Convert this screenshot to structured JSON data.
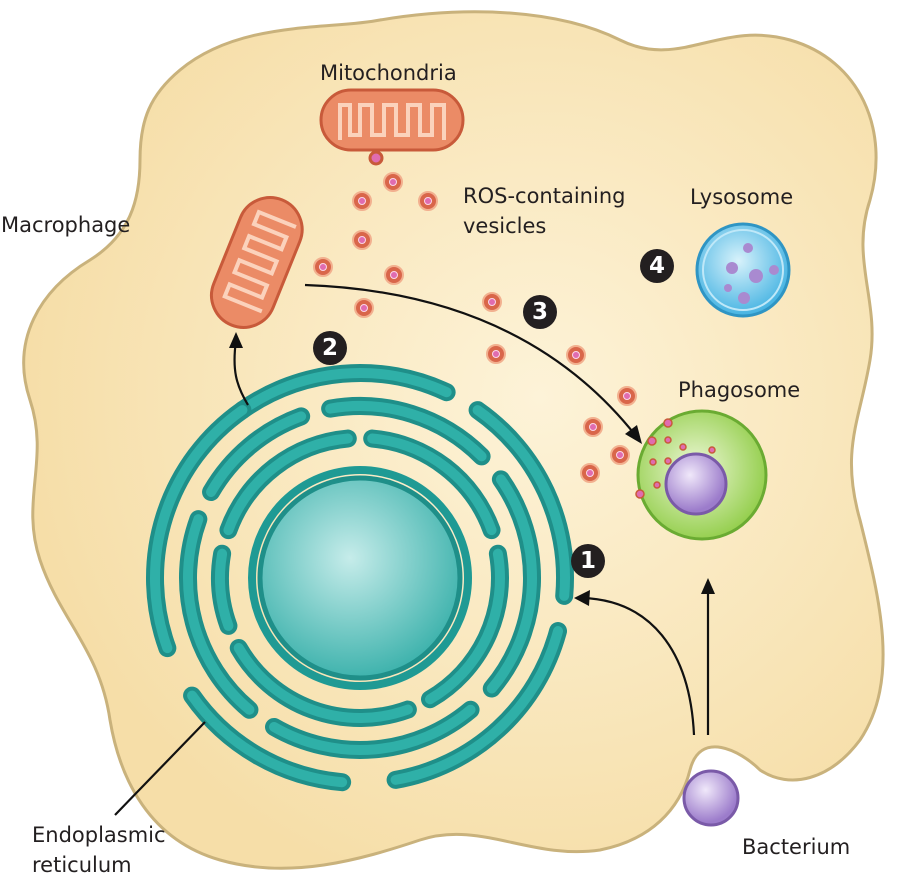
{
  "labels": {
    "mitochondria": "Mitochondria",
    "ros_line1": "ROS-containing",
    "ros_line2": "vesicles",
    "lysosome": "Lysosome",
    "macrophage": "Macrophage",
    "phagosome": "Phagosome",
    "er_line1": "Endoplasmic",
    "er_line2": "reticulum",
    "bacterium": "Bacterium"
  },
  "steps": [
    "1",
    "2",
    "3",
    "4"
  ],
  "colors": {
    "cytoplasm": "#f8e3b0",
    "cell_border": "#c9b27c",
    "er": "#1f9a94",
    "nucleus": "#5cc6c0",
    "mitochondria": "#e9805a",
    "vesicle": "#d9664a",
    "ros": "#e06cb0",
    "lysosome": "#5cc0e8",
    "phagosome": "#9fd45a",
    "bacterium": "#a98ad0"
  }
}
